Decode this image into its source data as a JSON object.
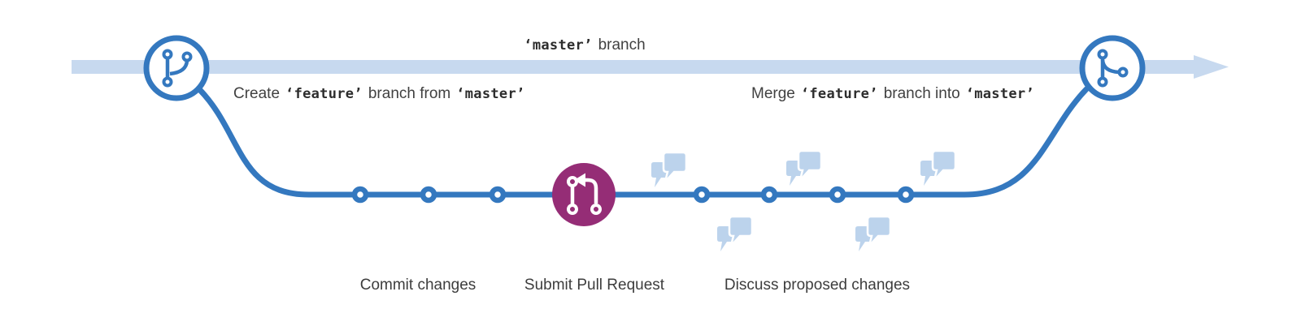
{
  "colors": {
    "background": "#ffffff",
    "master_band": "#c7d9ef",
    "branch_blue": "#3478bf",
    "pull_request_purple": "#952d76",
    "chat_bubble_blue": "#bcd3ec",
    "text_gray": "#414141",
    "icon_white": "#ffffff"
  },
  "master_branch": {
    "code": "‘master’",
    "suffix": "branch"
  },
  "create_annotation": {
    "prefix": "Create",
    "feature_code": "‘feature’",
    "middle": "branch from",
    "master_code": "‘master’"
  },
  "merge_annotation": {
    "prefix": "Merge",
    "feature_code": "‘feature’",
    "middle": "branch into",
    "master_code": "‘master’"
  },
  "step_labels": {
    "commit": "Commit changes",
    "submit_pr": "Submit Pull Request",
    "discuss": "Discuss proposed changes"
  },
  "icons": {
    "left_node": "git-branch-icon",
    "right_node": "git-merge-icon",
    "pull_request_node": "git-pull-request-icon",
    "discussion": "chat-bubbles-icon",
    "arrow": "arrow-right-icon"
  }
}
